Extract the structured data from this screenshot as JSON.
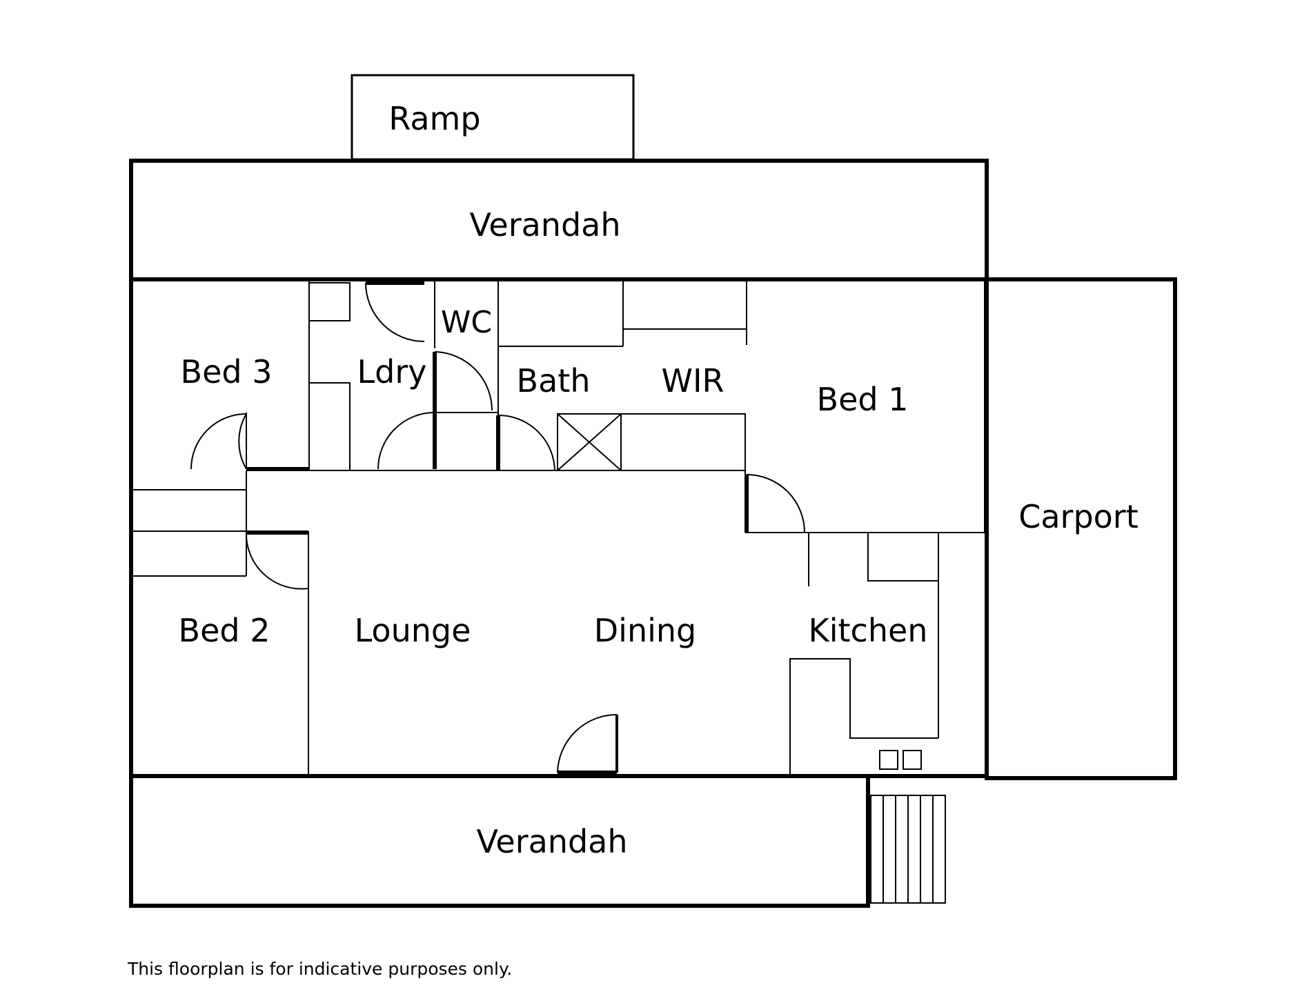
{
  "rooms": {
    "ramp": "Ramp",
    "verandah_top": "Verandah",
    "bed3": "Bed 3",
    "ldry": "Ldry",
    "wc": "WC",
    "bath": "Bath",
    "wir": "WIR",
    "bed1": "Bed 1",
    "carport": "Carport",
    "bed2": "Bed 2",
    "lounge": "Lounge",
    "dining": "Dining",
    "kitchen": "Kitchen",
    "verandah_bottom": "Verandah"
  },
  "footnote": "This floorplan is for indicative purposes only.",
  "colors": {
    "line": "#000000",
    "background": "#ffffff"
  }
}
